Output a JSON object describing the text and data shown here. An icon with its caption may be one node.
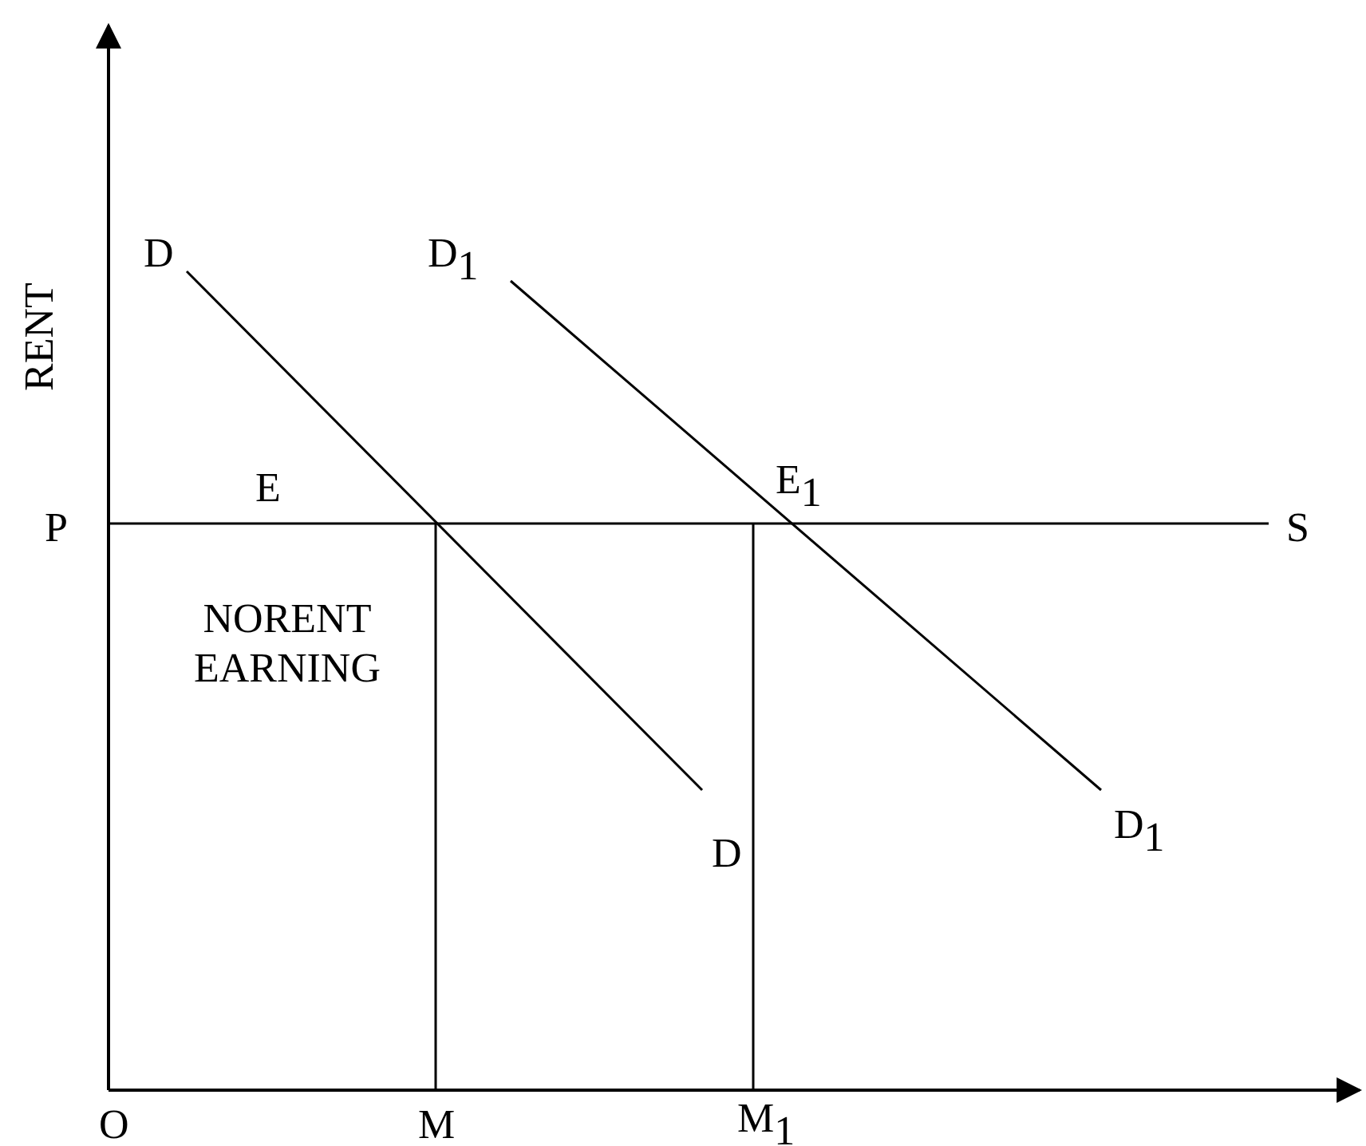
{
  "diagram": {
    "labels": [
      "RENT",
      "D",
      "D$_{1}$",
      "E",
      "E$_{1}$",
      "P",
      "S",
      "NORENT EARNING",
      "D",
      "D$_{1}$",
      "O",
      "M",
      "M$_{1}$"
    ]
  }
}
